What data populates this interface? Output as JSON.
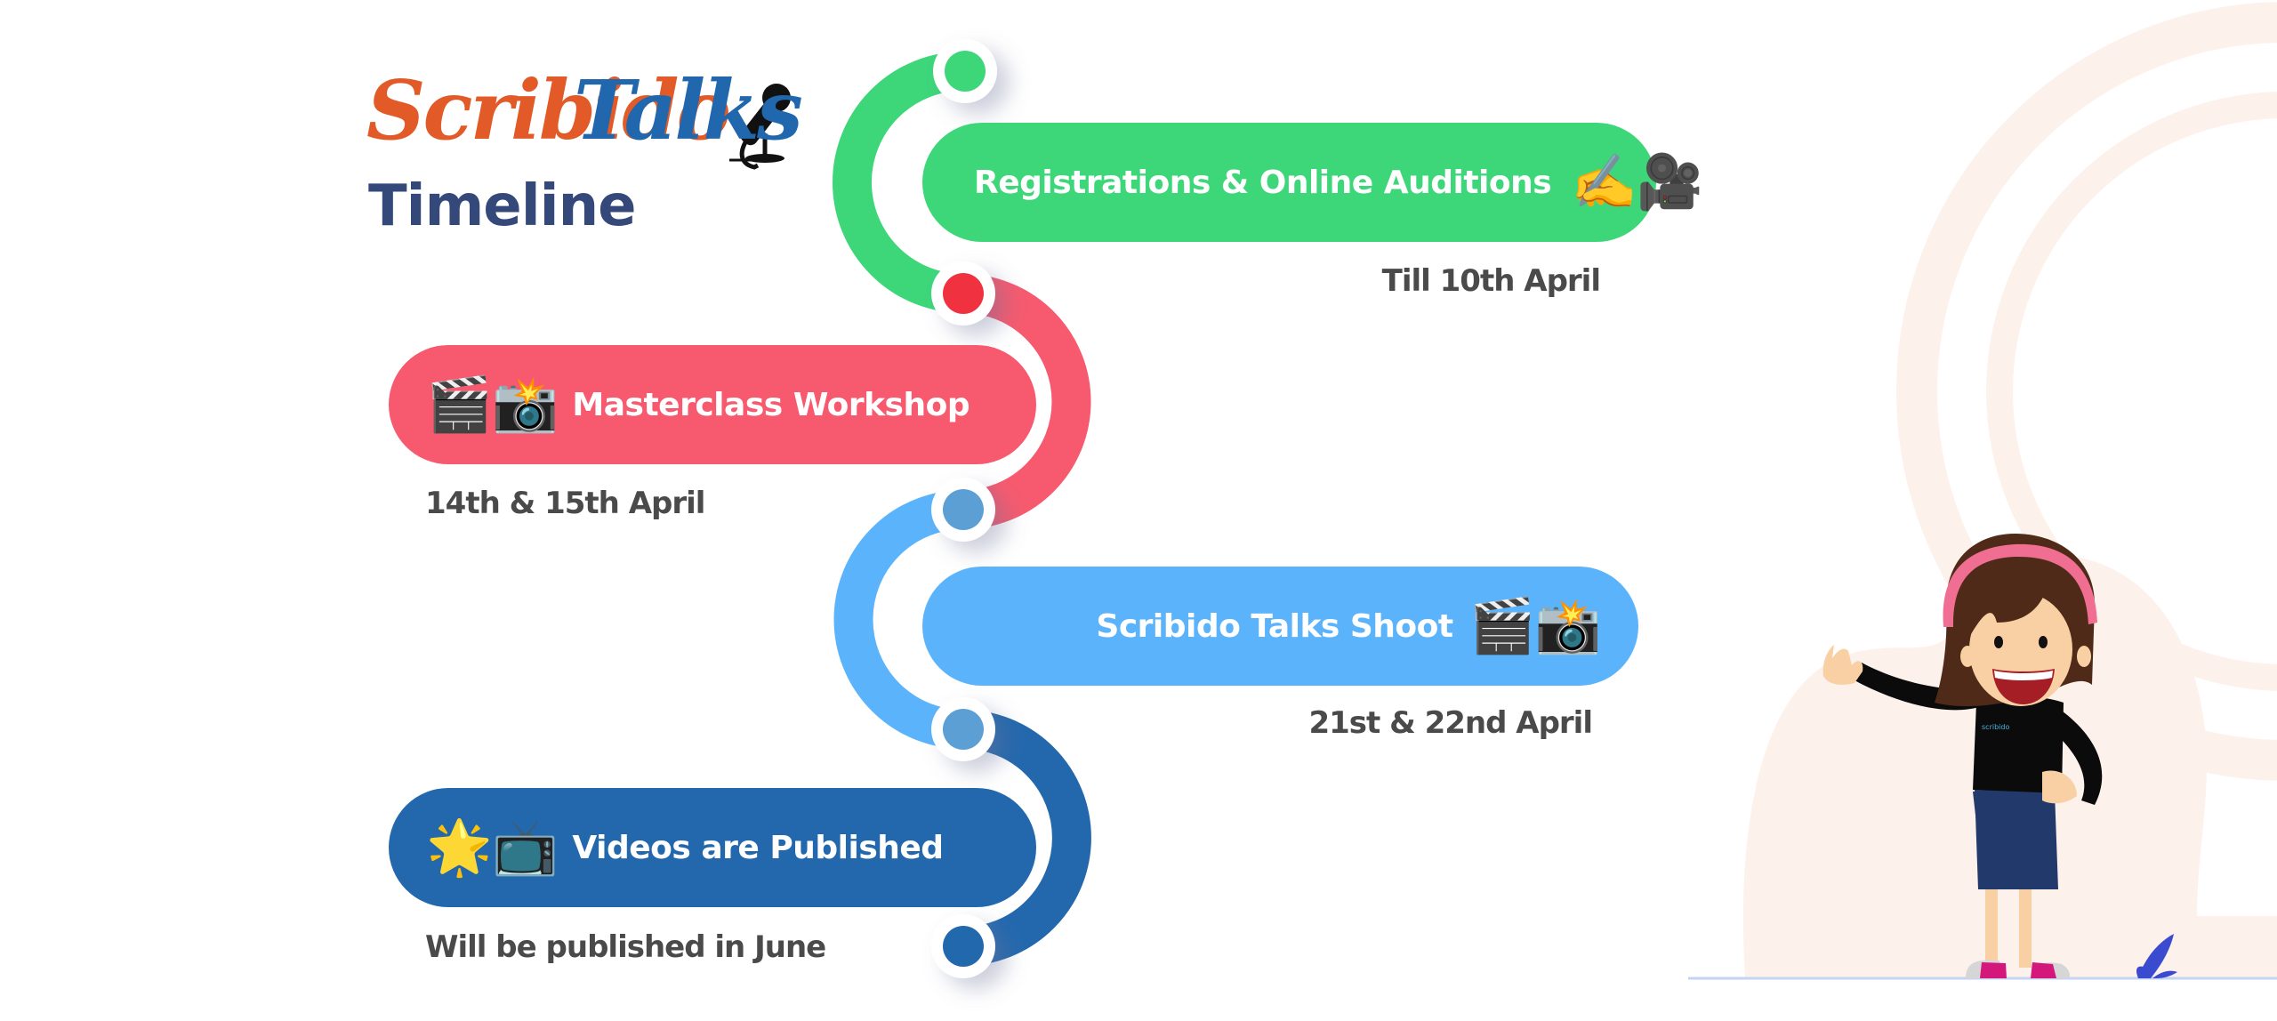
{
  "header": {
    "logo_word_1": "Scribido",
    "logo_word_2": "Talks",
    "logo_icon": "microphone-icon",
    "title": "Timeline"
  },
  "colors": {
    "logo_orange": "#E25A28",
    "logo_blue": "#2167AD",
    "title": "#34497A",
    "green": "#3DD77A",
    "pink": "#F75A6E",
    "red_node": "#F0333F",
    "light_blue": "#5BB4FB",
    "steel_blue_node": "#5B9FD4",
    "dark_blue": "#2368AD",
    "date_text": "#4A4A4A",
    "background_decor": "#FDF1EC"
  },
  "timeline": [
    {
      "label": "Registrations & Online Auditions",
      "emoji": "✍️🎥",
      "icons": [
        "writing-hand-icon",
        "movie-camera-icon"
      ],
      "date": "Till 10th April",
      "color": "#3DD77A"
    },
    {
      "label": "Masterclass Workshop",
      "emoji": "🎬📸",
      "icons": [
        "clapper-board-icon",
        "camera-flash-icon"
      ],
      "date": "14th & 15th April",
      "color": "#F75A6E"
    },
    {
      "label": "Scribido Talks Shoot",
      "emoji": "🎬📸",
      "icons": [
        "clapper-board-icon",
        "camera-flash-icon"
      ],
      "date": "21st & 22nd April",
      "color": "#5BB4FB"
    },
    {
      "label": "Videos are Published",
      "emoji": "🌟📺",
      "icons": [
        "glowing-star-icon",
        "television-icon"
      ],
      "date": "Will be published in June",
      "color": "#2368AD"
    }
  ],
  "illustration": {
    "character": "waving-girl-illustration",
    "plant": "plant-icon"
  }
}
